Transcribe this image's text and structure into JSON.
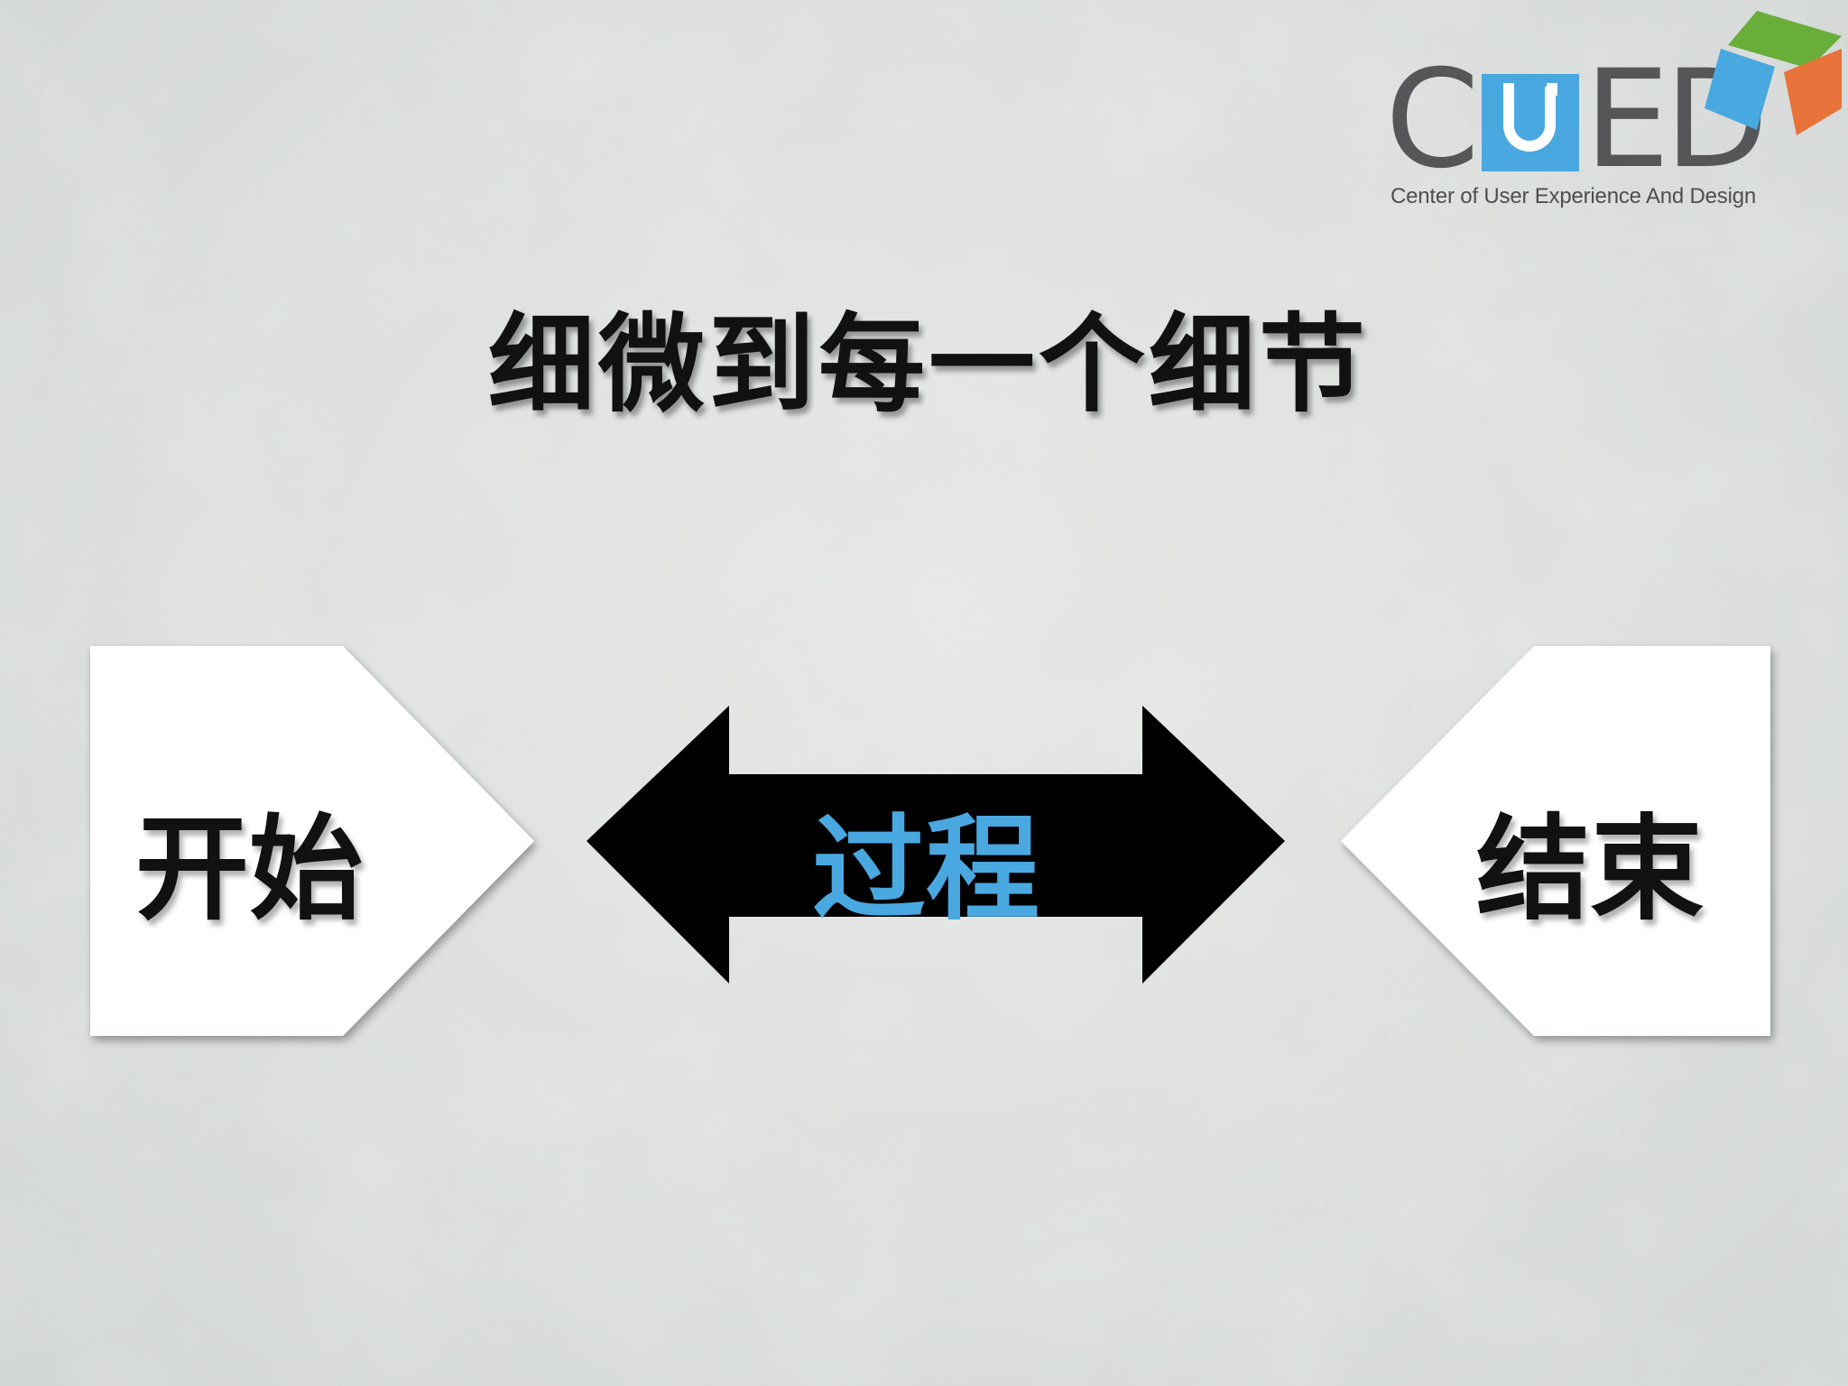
{
  "slide": {
    "title": "细微到每一个细节"
  },
  "logo": {
    "letters_left": "C",
    "letters_right": "ED",
    "tagline": "Center of User Experience And Design",
    "colors": {
      "text": "#555658",
      "blue": "#4aa8e0",
      "green": "#6aae3a",
      "orange": "#e8733a"
    }
  },
  "diagram": {
    "start_label": "开始",
    "process_label": "过程",
    "end_label": "结束",
    "colors": {
      "box_fill": "#ffffff",
      "arrow_fill": "#000000",
      "process_text": "#4aa8e0",
      "label_text": "#111111"
    }
  }
}
